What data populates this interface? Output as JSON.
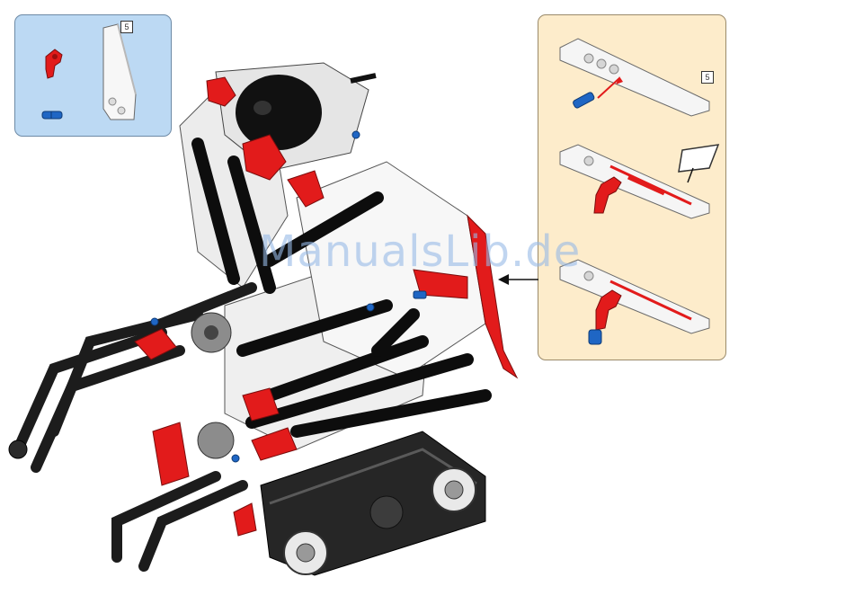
{
  "parts_panel": {
    "items": [
      {
        "icon": "red-connector-piece-icon"
      },
      {
        "icon": "blue-axle-pin-icon"
      },
      {
        "icon": "white-panel-piece-icon",
        "size_label": "5"
      }
    ]
  },
  "subassembly_panel": {
    "steps": [
      {
        "icon": "beam-with-blue-pin-icon",
        "size_label": "5"
      },
      {
        "icon": "beam-with-sticker-icon"
      },
      {
        "icon": "beam-with-red-connector-icon"
      }
    ]
  },
  "watermark": "ManualsLib.de",
  "colors": {
    "parts_bg": "#bcd9f3",
    "sub_bg": "#fdeccb",
    "lego_red": "#e21b1b",
    "lego_blue": "#1f66c4",
    "lego_black": "#1a1a1a",
    "lego_gray": "#8c8c8c"
  }
}
